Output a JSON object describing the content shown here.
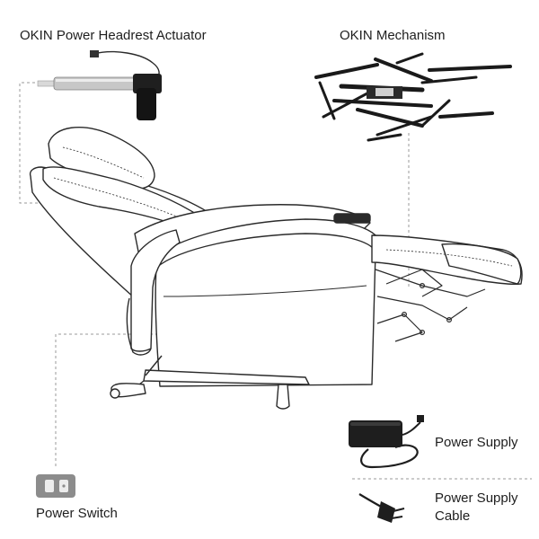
{
  "labels": {
    "headrest_actuator": "OKIN Power Headrest Actuator",
    "mechanism": "OKIN Mechanism",
    "power_supply": "Power Supply",
    "power_supply_cable": "Power Supply Cable",
    "power_switch": "Power Switch"
  },
  "colors": {
    "line": "#2a2a2a",
    "leader": "#9a9a9a",
    "metal": "#1a1a1a",
    "switch_body": "#8c8c8c",
    "switch_button": "#ececec"
  }
}
